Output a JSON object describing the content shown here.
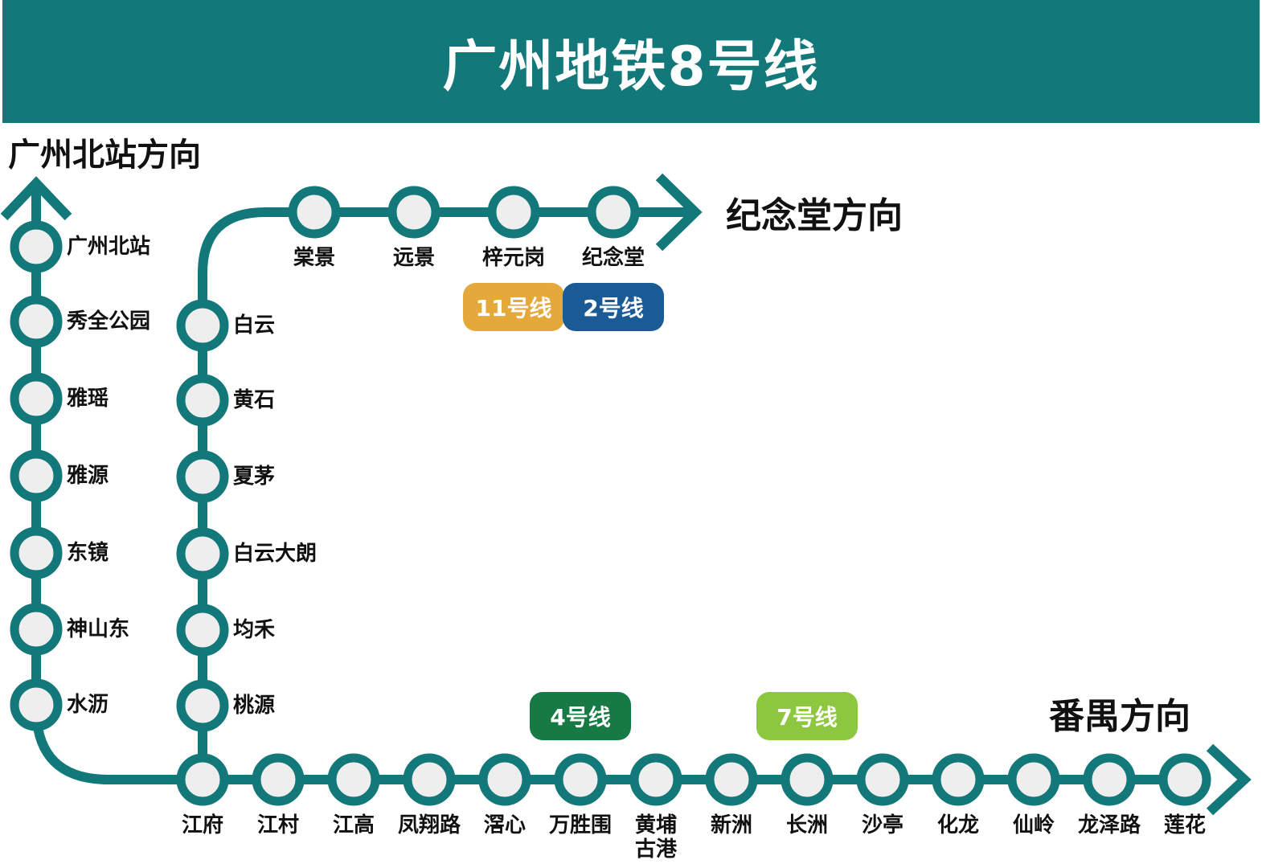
{
  "title": "广州地铁8号线",
  "colors": {
    "header_bg": "#13787a",
    "line": "#13787a",
    "station_fill": "#eeeeee",
    "line_11": "#e5a83a",
    "line_2": "#1a5b96",
    "line_4": "#177a44",
    "line_7": "#8dc63f"
  },
  "directions": {
    "north": "广州北站方向",
    "jinian": "纪念堂方向",
    "panyu": "番禺方向"
  },
  "segments": {
    "left_column": [
      "广州北站",
      "秀全公园",
      "雅瑶",
      "雅源",
      "东镜",
      "神山东",
      "水沥"
    ],
    "middle_column": [
      "白云",
      "黄石",
      "夏茅",
      "白云大朗",
      "均禾",
      "桃源"
    ],
    "top_row": [
      "棠景",
      "远景",
      "梓元岗",
      "纪念堂"
    ],
    "bottom_row": [
      "江府",
      "江村",
      "江高",
      "凤翔路",
      "滘心",
      "万胜围",
      "黄埔\n古港",
      "新洲",
      "长洲",
      "沙亭",
      "化龙",
      "仙岭",
      "龙泽路",
      "莲花"
    ]
  },
  "transfers": [
    {
      "label": "11号线",
      "color_key": "line_11",
      "station": "梓元岗"
    },
    {
      "label": "2号线",
      "color_key": "line_2",
      "station": "纪念堂"
    },
    {
      "label": "4号线",
      "color_key": "line_4",
      "station": "万胜围"
    },
    {
      "label": "7号线",
      "color_key": "line_7",
      "station": "长洲"
    }
  ]
}
